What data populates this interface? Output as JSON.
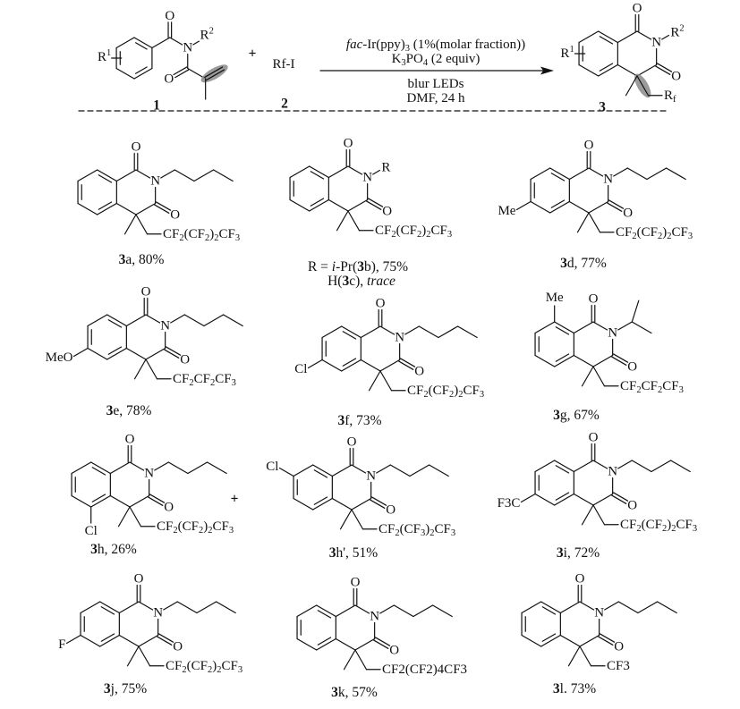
{
  "atoms": {
    "O": "O",
    "N": "N"
  },
  "reaction": {
    "reactant1": {
      "label": "1",
      "r1": "R1",
      "r2": "R2"
    },
    "plus": "+",
    "reactant2": {
      "formula": "Rf-I",
      "label": "2"
    },
    "conditions": {
      "catalyst_prefix": "fac",
      "catalyst": "-Ir(ppy)3 (1%(molar fraction))",
      "base": "K3PO4 (2 equiv)",
      "light": "blur LEDs",
      "solvent_time": "DMF, 24 h"
    },
    "product": {
      "label": "3",
      "r1": "R1",
      "r2": "R2",
      "rf": "Rf"
    }
  },
  "separator_plus": "+",
  "products": [
    {
      "num": "3",
      "suffix": "a, 80%",
      "rf": "CF2(CF2)2CF3"
    },
    {
      "n_sub": "R",
      "rf": "CF2(CF2)2CF3",
      "label_line1": {
        "a": "R = ",
        "b": "i",
        "c": "-Pr(",
        "d": "3",
        "e": "b), 75%"
      },
      "label_line2": {
        "a": "H(",
        "b": "3",
        "c": "c), ",
        "d": "trace"
      }
    },
    {
      "num": "3",
      "suffix": "d, 77%",
      "substituent": "Me",
      "rf": "CF2(CF2)2CF3"
    },
    {
      "num": "3",
      "suffix": "e, 78%",
      "substituent": "MeO",
      "rf": "CF2CF2CF3"
    },
    {
      "num": "3",
      "suffix": "f, 73%",
      "substituent": "Cl",
      "rf": "CF2(CF2)2CF3"
    },
    {
      "num": "3",
      "suffix": "g, 67%",
      "substituent": "Me",
      "rf": "CF2CF2CF3"
    },
    {
      "num": "3",
      "suffix": "h, 26%",
      "substituent": "Cl",
      "rf": "CF2(CF2)2CF3"
    },
    {
      "num": "3",
      "suffix": "h', 51%",
      "substituent": "Cl",
      "rf": "CF2(CF3)2CF3"
    },
    {
      "num": "3",
      "suffix": "i, 72%",
      "substituent": "F3C",
      "rf": "CF2(CF2)2CF3"
    },
    {
      "num": "3",
      "suffix": "j, 75%",
      "substituent": "F",
      "rf": "CF2(CF2)2CF3"
    },
    {
      "num": "3",
      "suffix": "k, 57%",
      "rf": "CF2(CF2)4CF3"
    },
    {
      "num": "3",
      "suffix": "l. 73%",
      "rf": "CF3"
    }
  ],
  "colors": {
    "highlight": "#8a8a8a",
    "ink": "#111111"
  }
}
